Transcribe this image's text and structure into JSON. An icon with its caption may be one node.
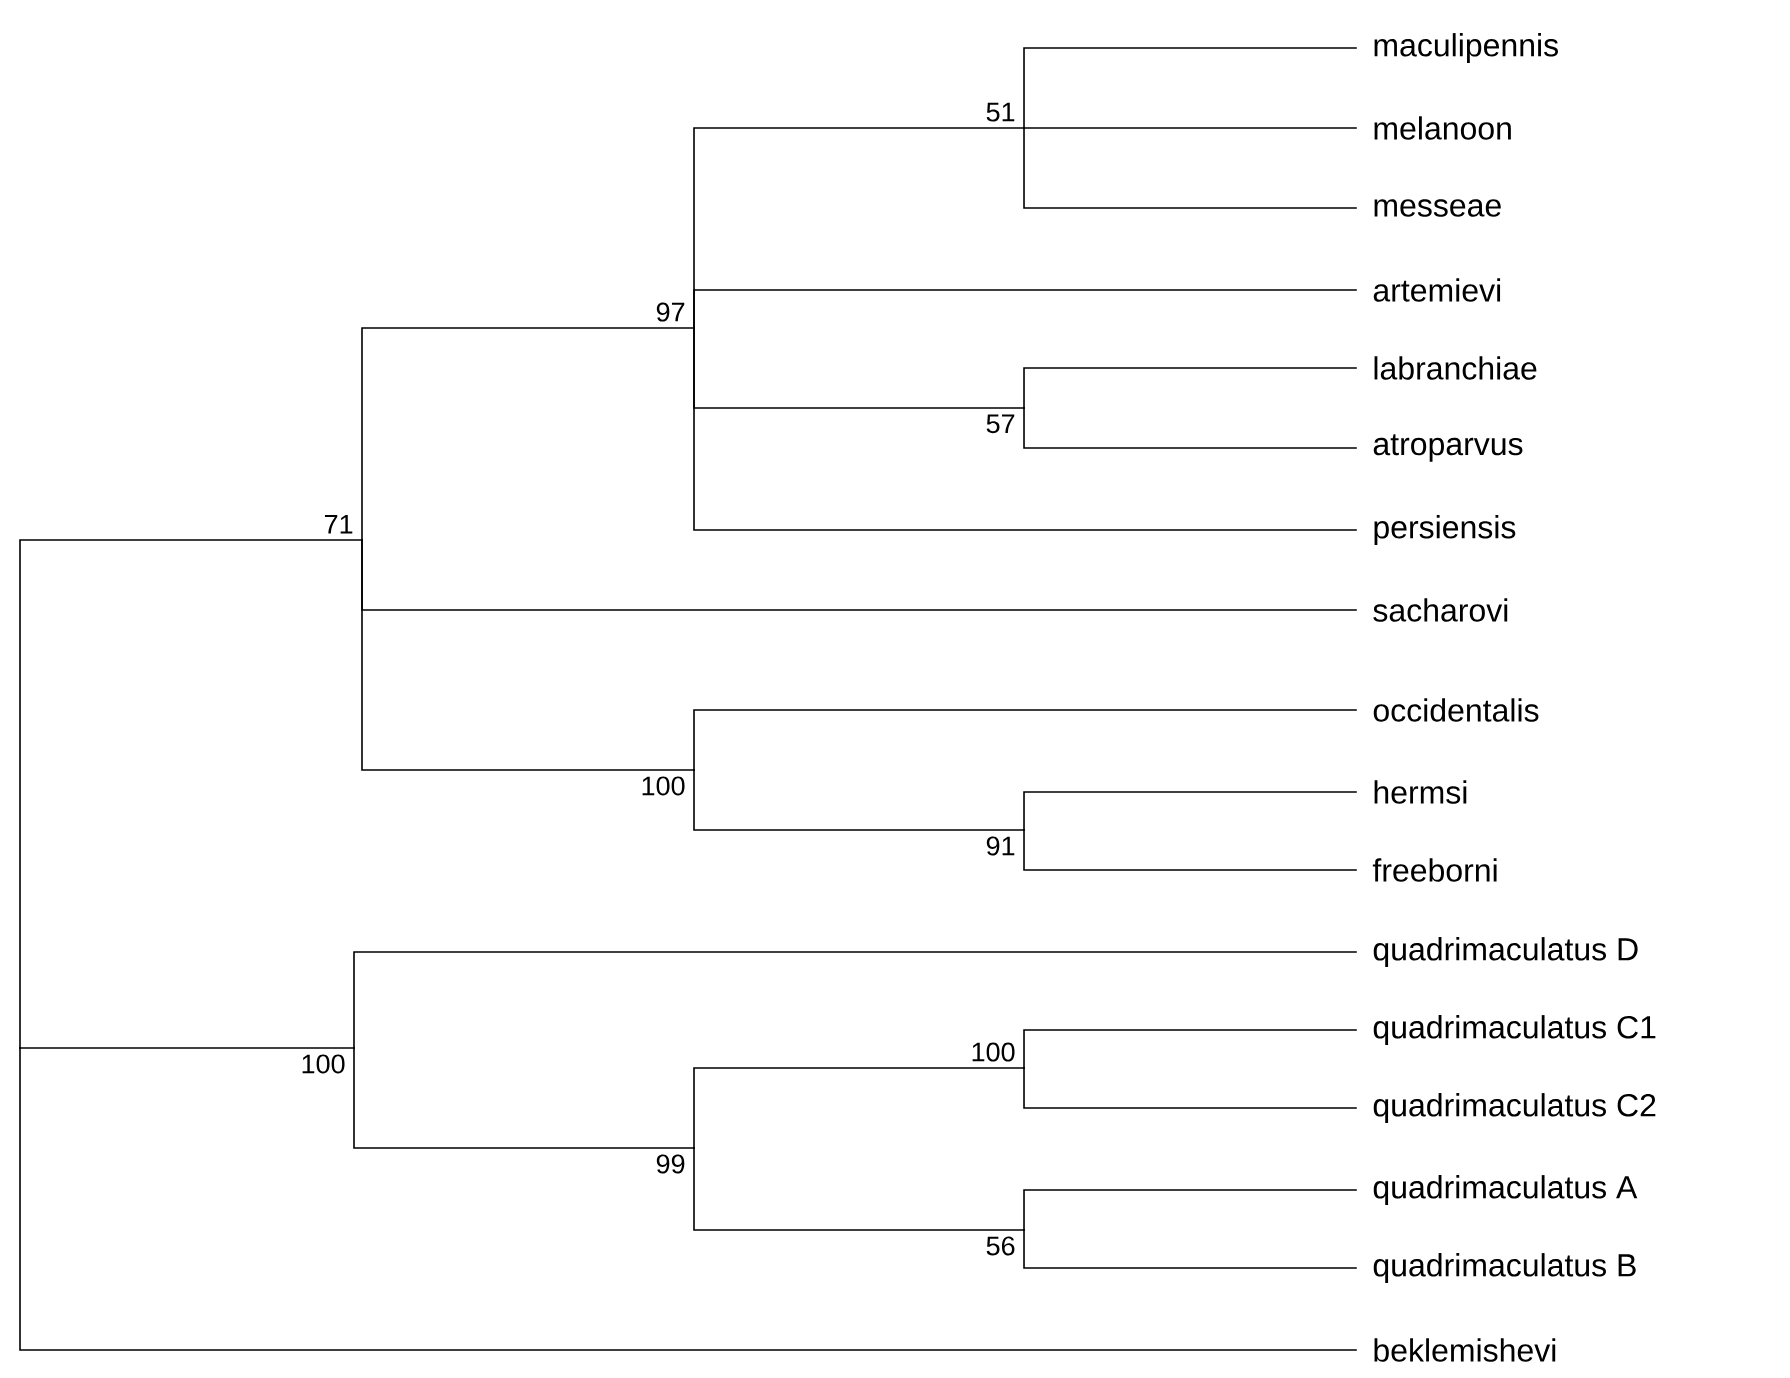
{
  "diagram": {
    "nodes": [
      {
        "text": [
          "71"
        ]
      },
      {
        "text": [
          "97"
        ]
      },
      {
        "text": [
          "51"
        ]
      },
      {
        "text": [
          "maculipennis"
        ]
      },
      {
        "text": [
          "melanoon"
        ]
      },
      {
        "text": [
          "messeae"
        ]
      },
      {
        "text": [
          "artemievi"
        ]
      },
      {
        "text": [
          "57"
        ]
      },
      {
        "text": [
          "labranchiae"
        ]
      },
      {
        "text": [
          "atroparvus"
        ]
      },
      {
        "text": [
          "persiensis"
        ]
      },
      {
        "text": [
          "sacharovi"
        ]
      },
      {
        "text": [
          "100"
        ]
      },
      {
        "text": [
          "occidentalis"
        ]
      },
      {
        "text": [
          "91"
        ]
      },
      {
        "text": [
          "hermsi"
        ]
      },
      {
        "text": [
          "freeborni"
        ]
      },
      {
        "text": [
          "100"
        ]
      },
      {
        "text": [
          "quadrimaculatus D"
        ]
      },
      {
        "text": [
          "99"
        ]
      },
      {
        "text": [
          "100"
        ]
      },
      {
        "text": [
          "quadrimaculatus C1"
        ]
      },
      {
        "text": [
          "quadrimaculatus C2"
        ]
      },
      {
        "text": [
          "56"
        ]
      },
      {
        "text": [
          "quadrimaculatus A"
        ]
      },
      {
        "text": [
          "quadrimaculatus B"
        ]
      },
      {
        "text": [
          "beklemishevi"
        ]
      }
    ],
    "edges": [
      {
        "from": null,
        "to": 0,
        "arrow": "none"
      },
      {
        "from": null,
        "to": 17,
        "arrow": "none"
      },
      {
        "from": null,
        "to": 26,
        "arrow": "none"
      },
      {
        "from": 0,
        "to": 1,
        "arrow": "none"
      },
      {
        "from": 0,
        "to": 11,
        "arrow": "none"
      },
      {
        "from": 0,
        "to": 12,
        "arrow": "none"
      },
      {
        "from": 1,
        "to": 2,
        "arrow": "none"
      },
      {
        "from": 1,
        "to": 6,
        "arrow": "none"
      },
      {
        "from": 1,
        "to": 7,
        "arrow": "none"
      },
      {
        "from": 1,
        "to": 10,
        "arrow": "none"
      },
      {
        "from": 2,
        "to": 3,
        "arrow": "none"
      },
      {
        "from": 2,
        "to": 4,
        "arrow": "none"
      },
      {
        "from": 2,
        "to": 5,
        "arrow": "none"
      },
      {
        "from": 7,
        "to": 8,
        "arrow": "none"
      },
      {
        "from": 7,
        "to": 9,
        "arrow": "none"
      },
      {
        "from": 12,
        "to": 13,
        "arrow": "none"
      },
      {
        "from": 12,
        "to": 14,
        "arrow": "none"
      },
      {
        "from": 14,
        "to": 15,
        "arrow": "none"
      },
      {
        "from": 14,
        "to": 16,
        "arrow": "none"
      },
      {
        "from": 17,
        "to": 18,
        "arrow": "none"
      },
      {
        "from": 17,
        "to": 19,
        "arrow": "none"
      },
      {
        "from": 19,
        "to": 20,
        "arrow": "none"
      },
      {
        "from": 19,
        "to": 23,
        "arrow": "none"
      },
      {
        "from": 20,
        "to": 21,
        "arrow": "none"
      },
      {
        "from": 20,
        "to": 22,
        "arrow": "none"
      },
      {
        "from": 23,
        "to": 24,
        "arrow": "none"
      },
      {
        "from": 23,
        "to": 25,
        "arrow": "none"
      }
    ]
  }
}
